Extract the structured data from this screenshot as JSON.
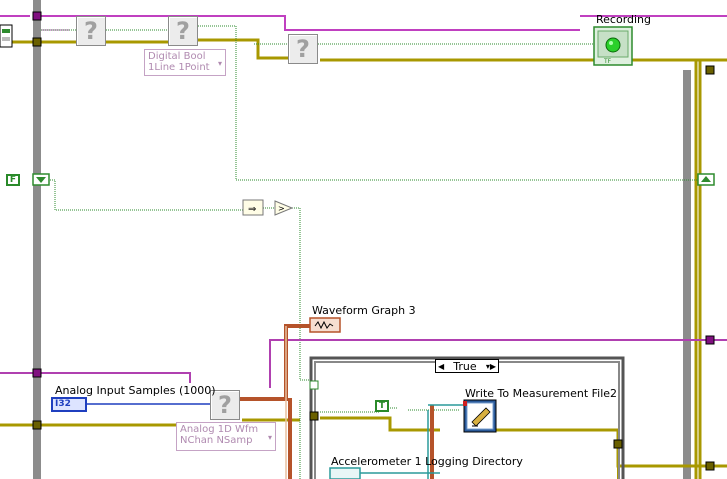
{
  "controls": {
    "recording_label": "Recording",
    "waveform_graph_label": "Waveform Graph 3",
    "analog_samples_label": "Analog Input Samples (1000)",
    "analog_samples_type": "I32",
    "write_file_label": "Write To Measurement File2",
    "accel_dir_label": "Accelerometer 1 Logging Directory"
  },
  "vis": {
    "digital_bool_line1": "Digital Bool",
    "digital_bool_line2": "1Line 1Point",
    "analog_wfm_line1": "Analog 1D Wfm",
    "analog_wfm_line2": "NChan NSamp",
    "unknown_glyph": "?"
  },
  "constants": {
    "false_const": "F",
    "true_const": "T",
    "case_selector_value": "True"
  },
  "colors": {
    "bool_wire": "#2e8b2e",
    "int_wire": "#1f3fbf",
    "waveform_wire": "#b5532a",
    "cluster_wire": "#b0a000",
    "string_wire": "#c040c0",
    "refnum_wire": "#2a9a9a"
  }
}
